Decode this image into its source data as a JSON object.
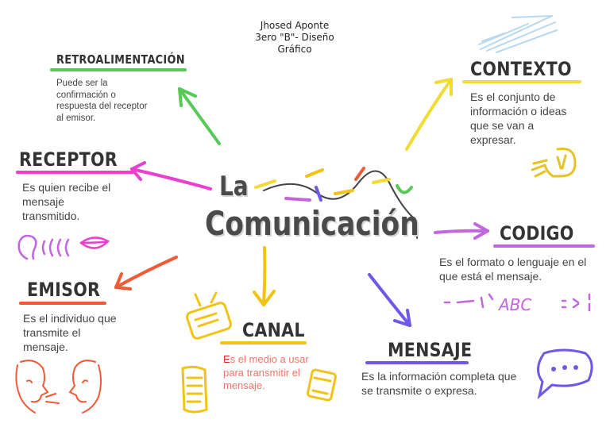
{
  "author": {
    "name": "Jhosed Aponte",
    "group": "3ero \"B\"- Diseño Gráfico"
  },
  "title": {
    "line1": "La",
    "line2": "Comunicación"
  },
  "nodes": {
    "retroalimentacion": {
      "heading": "RETROALIMENTACIÓN",
      "description": "Puede ser la confirmación o respuesta del receptor al emisor.",
      "color": "#57c957"
    },
    "receptor": {
      "heading": "RECEPTOR",
      "description": "Es quien recibe el mensaje transmitido.",
      "color": "#ea3fcf"
    },
    "emisor": {
      "heading": "EMISOR",
      "description": "Es el individuo que transmite el mensaje.",
      "color": "#f25a36"
    },
    "canal": {
      "heading": "CANAL",
      "description_first": "E",
      "description_rest": "s el medio a usar para transmitir el mensaje.",
      "color": "#f2c315"
    },
    "mensaje": {
      "heading": "MENSAJE",
      "description": "Es la información completa que se transmite o expresa.",
      "color": "#6f57e8"
    },
    "codigo": {
      "heading": "CODIGO",
      "description": "Es el formato o lenguaje en el que está el mensaje.",
      "color": "#c266e0"
    },
    "contexto": {
      "heading": "CONTEXTO",
      "description": "Es el conjunto de información o ideas que se van a expresar.",
      "color": "#f2dc33"
    }
  },
  "doodles": {
    "codigo_text": "ABC"
  },
  "icons": [
    "speech-bubble-icon",
    "lightbulb-icon",
    "ear-icon",
    "mouth-icon",
    "faces-icon",
    "tv-icon",
    "document-icon",
    "paper-icon"
  ]
}
